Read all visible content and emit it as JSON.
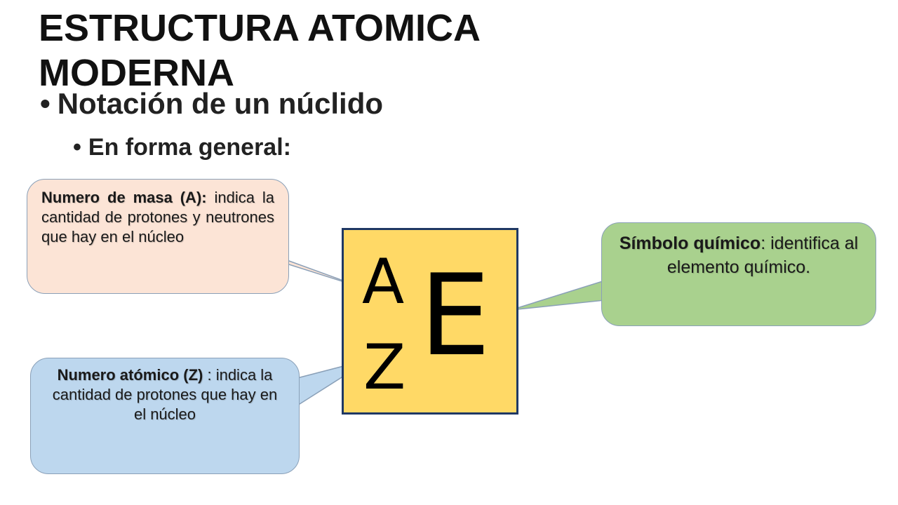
{
  "slide": {
    "title": "ESTRUCTURA ATOMICA MODERNA",
    "bullets": [
      {
        "text": "Notación de un núclido"
      },
      {
        "text": "En forma general:"
      }
    ],
    "bullet_symbol": "•"
  },
  "nuclide": {
    "mass_number": "A",
    "atomic_number": "Z",
    "symbol": "E"
  },
  "callouts": {
    "mass": {
      "heading": "Numero de masa (A):",
      "body": " indica la cantidad de protones y neutrones que hay en el núcleo",
      "color": "#fce4d6"
    },
    "atomic": {
      "heading": "Numero atómico (Z)",
      "body": " : indica la cantidad de protones que hay en el núcleo",
      "color": "#bdd7ee"
    },
    "symbol": {
      "heading": "Símbolo químico",
      "body": ": identifica al elemento químico.",
      "color": "#a9d18e"
    }
  },
  "colors": {
    "nuclide_box_fill": "#ffd966",
    "nuclide_box_border": "#1f3864",
    "callout_border": "#8aa0b8"
  }
}
